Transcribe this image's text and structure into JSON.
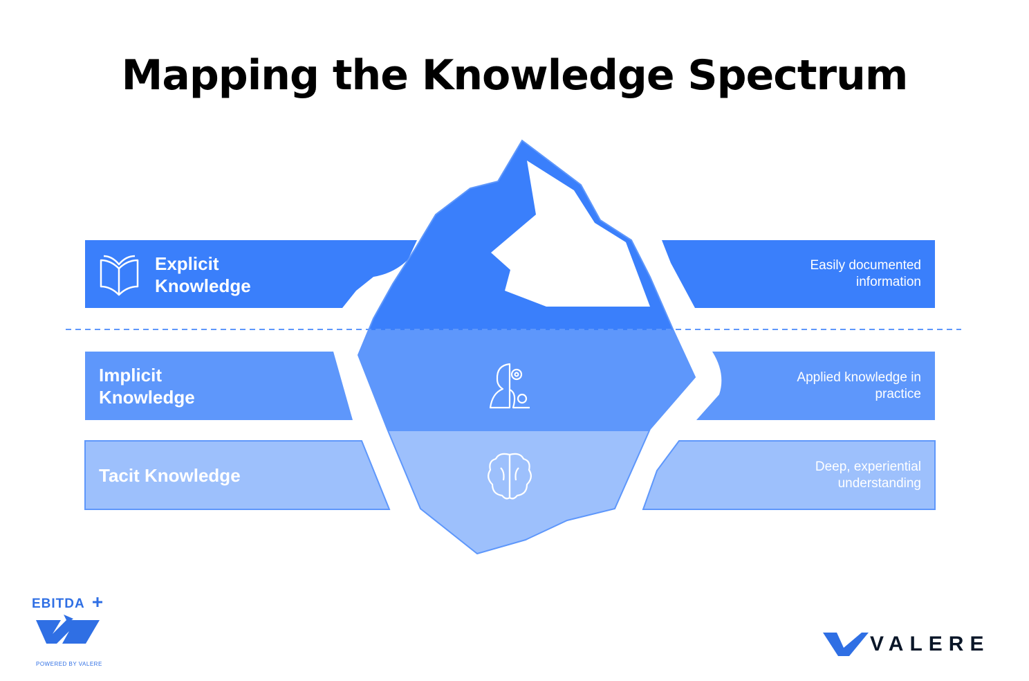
{
  "title": "Mapping the Knowledge Spectrum",
  "layers": [
    {
      "name": "Explicit",
      "name2": "Knowledge",
      "description": "Easily documented",
      "description2": "information",
      "icon": "book-icon",
      "color": "#3a7ffb"
    },
    {
      "name": "Implicit",
      "name2": "Knowledge",
      "description": "Applied knowledge in",
      "description2": "practice",
      "icon": "head-gears-icon",
      "color": "#5e97fb"
    },
    {
      "name": "Tacit Knowledge",
      "description": "Deep, experiential",
      "description2": "understanding",
      "icon": "brain-icon",
      "color": "#9dc0fc"
    }
  ],
  "logos": {
    "ebitda": "EBITDA",
    "ebitda_sub": "POWERED BY VALERE",
    "valere": "VALERE"
  },
  "colors": {
    "dark": "#3a7ffb",
    "mid": "#5e97fb",
    "light": "#9dc0fc",
    "waterline": "#5e97fb"
  }
}
